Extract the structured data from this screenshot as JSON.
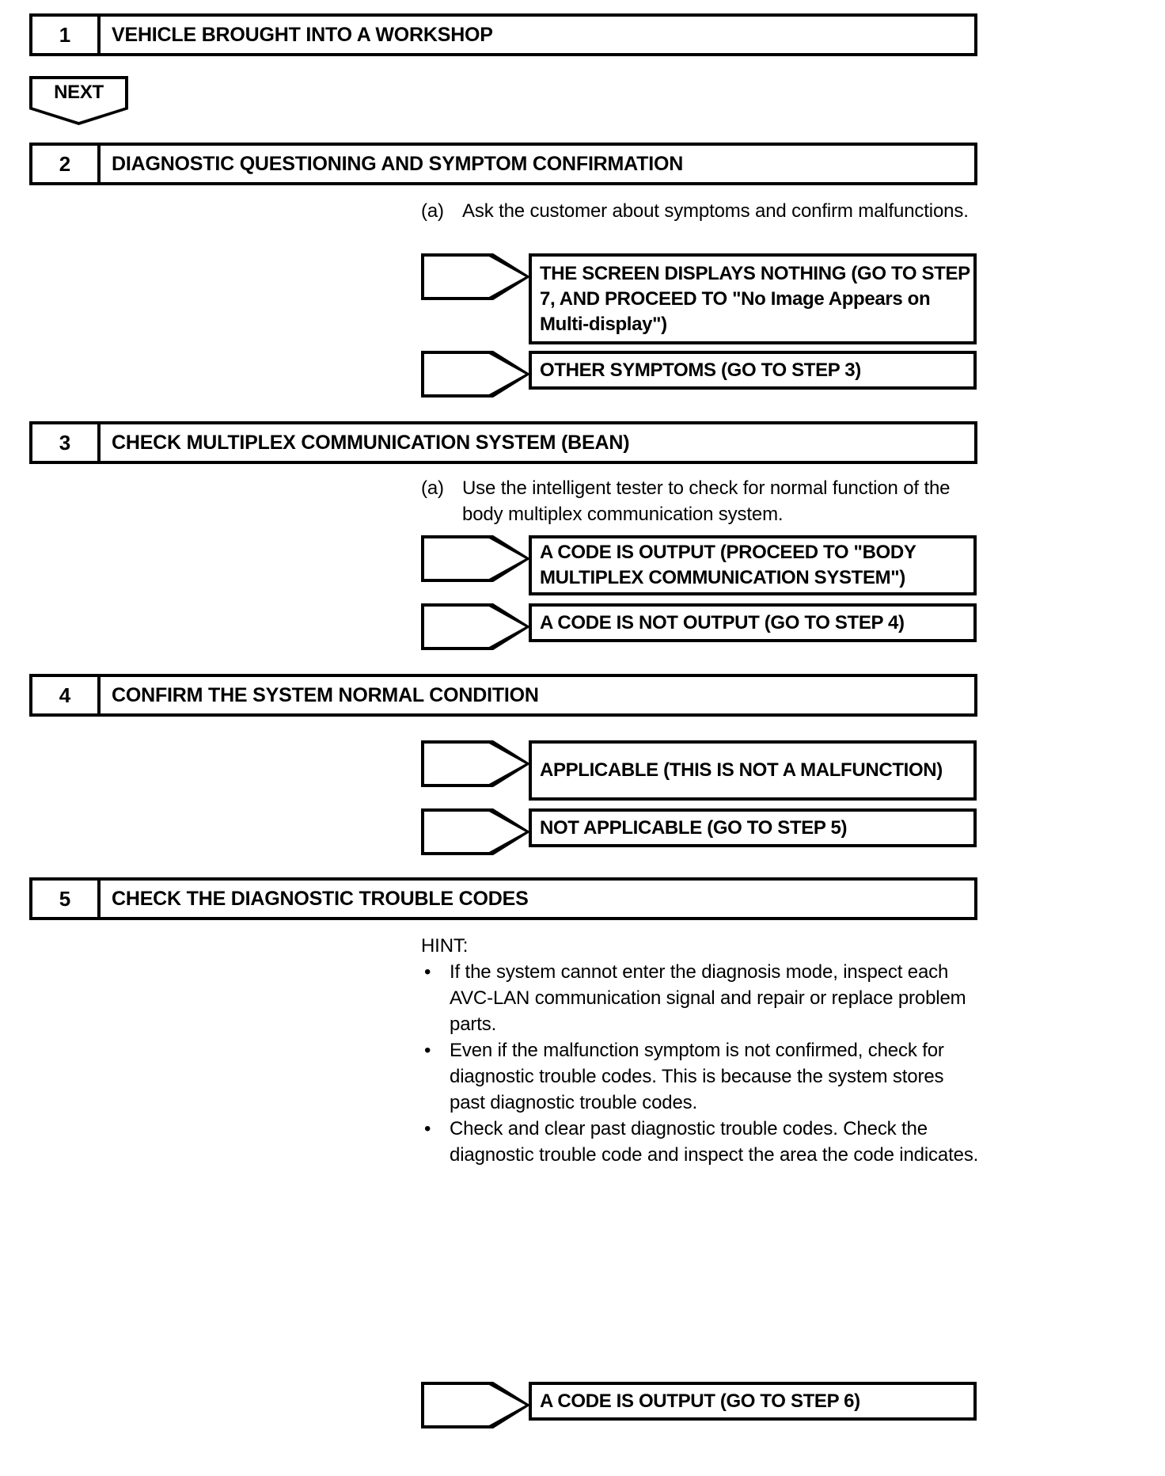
{
  "document": {
    "type": "automotive-diagnostic-flowchart",
    "title": "Diagnostic Troubleshooting Flowchart"
  },
  "connector": {
    "next_label": "NEXT"
  },
  "steps": [
    {
      "number": "1",
      "title": "VEHICLE BROUGHT INTO A WORKSHOP",
      "instructions": [],
      "results": []
    },
    {
      "number": "2",
      "title": "DIAGNOSTIC QUESTIONING AND SYMPTOM CONFIRMATION",
      "instructions": [
        {
          "marker": "(a)",
          "text": "Ask the customer about symptoms and confirm malfunctions."
        }
      ],
      "results": [
        {
          "text": "THE SCREEN DISPLAYS NOTHING (GO TO STEP 7, AND PROCEED TO \"No Image Appears on Multi-display\")"
        },
        {
          "text": "OTHER SYMPTOMS (GO TO STEP 3)"
        }
      ]
    },
    {
      "number": "3",
      "title": "CHECK MULTIPLEX COMMUNICATION SYSTEM (BEAN)",
      "instructions": [
        {
          "marker": "(a)",
          "text": "Use the intelligent tester to check for normal function of the body multiplex communication system."
        }
      ],
      "results": [
        {
          "text": "A CODE IS OUTPUT (PROCEED TO \"BODY MULTIPLEX COMMUNICATION SYSTEM\")"
        },
        {
          "text": "A CODE IS NOT OUTPUT (GO TO STEP 4)"
        }
      ]
    },
    {
      "number": "4",
      "title": "CONFIRM THE SYSTEM NORMAL CONDITION",
      "instructions": [],
      "results": [
        {
          "text": "APPLICABLE (THIS IS NOT A MALFUNCTION)"
        },
        {
          "text": "NOT APPLICABLE (GO TO STEP 5)"
        }
      ]
    },
    {
      "number": "5",
      "title": "CHECK THE DIAGNOSTIC TROUBLE CODES",
      "hint": {
        "label": "HINT:",
        "bullet": "•",
        "items": [
          "If the system cannot enter the diagnosis mode, inspect each AVC-LAN communication signal and repair or replace problem parts.",
          "Even if the malfunction symptom is not confirmed, check for diagnostic trouble codes. This is because the system stores past diagnostic trouble codes.",
          "Check and clear past diagnostic trouble codes. Check the diagnostic trouble code and inspect the area the code indicates."
        ]
      },
      "results": [
        {
          "text": "A CODE IS OUTPUT (GO TO STEP 6)"
        }
      ]
    }
  ]
}
